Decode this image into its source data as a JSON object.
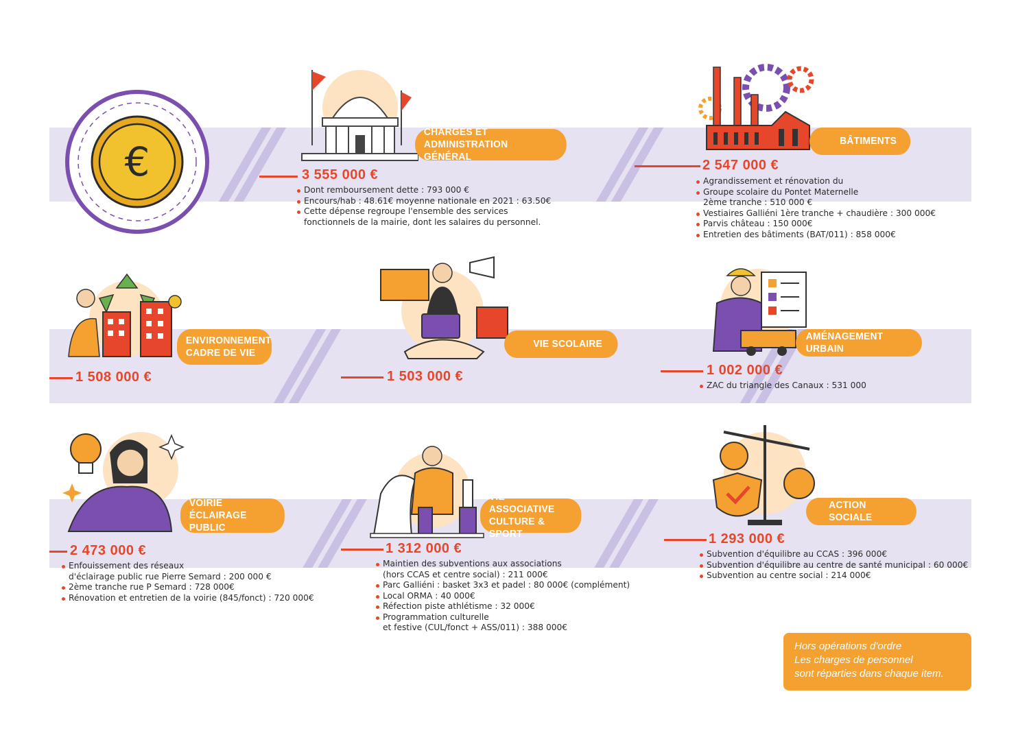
{
  "sections": [
    {
      "title_lines": [
        "CHARGES ET",
        "ADMINISTRATION GÉNÉRAL"
      ],
      "amount": "3 555 000 €",
      "items": [
        "Dont remboursement dette : 793 000 €",
        "Encours/hab : 48.61€ moyenne nationale en 2021 : 63.50€",
        "Cette dépense regroupe l'ensemble des services",
        "fonctionnels de la mairie, dont les salaires du personnel."
      ]
    },
    {
      "title_lines": [
        "BÂTIMENTS"
      ],
      "amount": "2 547 000 €",
      "items": [
        "Agrandissement et rénovation du",
        "Groupe scolaire du Pontet Maternelle",
        "2ème tranche : 510 000 €",
        "Vestiaires Galliéni 1ère tranche + chaudière : 300 000€",
        "Parvis château : 150 000€",
        "Entretien des bâtiments (BAT/011) : 858 000€"
      ]
    },
    {
      "title_lines": [
        "ENVIRONNEMENT",
        "CADRE DE VIE"
      ],
      "amount": "1 508 000 €",
      "items": []
    },
    {
      "title_lines": [
        "VIE SCOLAIRE"
      ],
      "amount": "1 503 000 €",
      "items": []
    },
    {
      "title_lines": [
        "AMÉNAGEMENT URBAIN"
      ],
      "amount": "1 002 000 €",
      "items": [
        "ZAC du triangle des Canaux : 531 000"
      ]
    },
    {
      "title_lines": [
        "VOIRIE",
        "ÉCLAIRAGE PUBLIC"
      ],
      "amount": "2 473 000 €",
      "items": [
        "Enfouissement des réseaux",
        "d'éclairage public rue Pierre Semard : 200 000 €",
        "2ème tranche rue P Semard : 728 000€",
        "Rénovation et entretien de la voirie (845/fonct) : 720 000€"
      ]
    },
    {
      "title_lines": [
        "VIE ASSOCIATIVE",
        "CULTURE & SPORT"
      ],
      "amount": "1 312 000 €",
      "items": [
        "Maintien des subventions aux associations",
        "(hors CCAS et centre social) : 211 000€",
        "Parc Galliéni : basket 3x3 et padel : 80 000€ (complément)",
        "Local ORMA : 40 000€",
        "Réfection piste athlétisme : 32 000€",
        "Programmation culturelle",
        "et festive (CUL/fonct + ASS/011) : 388 000€"
      ]
    },
    {
      "title_lines": [
        "ACTION SOCIALE"
      ],
      "amount": "1 293 000 €",
      "items": [
        "Subvention d'équilibre au CCAS : 396 000€",
        "Subvention d'équilibre au centre de santé municipal : 60 000€",
        "Subvention au centre social : 214 000€"
      ]
    }
  ],
  "note_lines": [
    "Hors opérations d'ordre",
    "Les charges de personnel",
    "sont réparties dans chaque item."
  ],
  "euro_symbol": "€",
  "colors": {
    "orange": "#f4a132",
    "red": "#e6472b",
    "purple": "#7a4fb0",
    "band": "#e6e2f2",
    "coin": "#f2c22e"
  },
  "icons": [
    "euro-coin-icon",
    "city-hall-icon",
    "factory-icon",
    "recycle-icon",
    "laptop-student-icon",
    "builder-icon",
    "lightbulb-thinking-icon",
    "chess-icon",
    "scale-justice-icon"
  ]
}
